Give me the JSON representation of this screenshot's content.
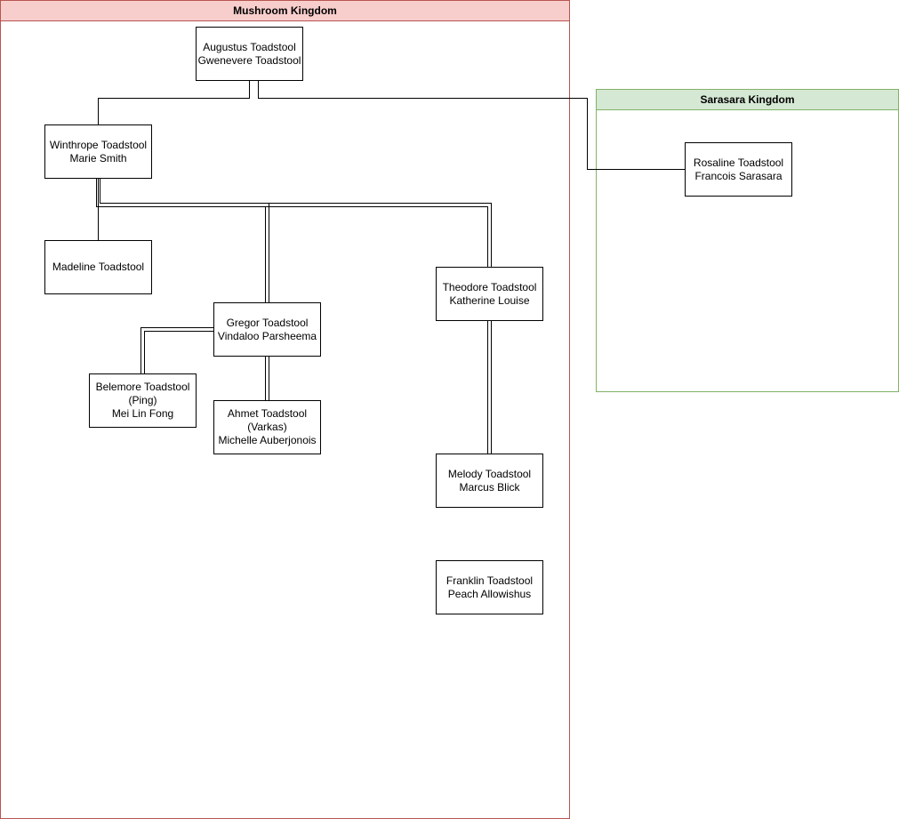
{
  "containers": {
    "mushroom": {
      "title": "Mushroom Kingdom",
      "fill": "#f8cecc",
      "stroke": "#b85450"
    },
    "sarasara": {
      "title": "Sarasara Kingdom",
      "fill": "#d5e8d4",
      "stroke": "#82b366"
    }
  },
  "nodes": {
    "augustus": {
      "lines": [
        "Augustus Toadstool",
        "Gwenevere Toadstool"
      ]
    },
    "winthrope": {
      "lines": [
        "Winthrope Toadstool",
        "Marie Smith"
      ]
    },
    "madeline": {
      "lines": [
        "Madeline Toadstool"
      ]
    },
    "gregor": {
      "lines": [
        "Gregor Toadstool",
        "Vindaloo Parsheema"
      ]
    },
    "belemore": {
      "lines": [
        "Belemore Toadstool",
        "(Ping)",
        "Mei Lin Fong"
      ]
    },
    "ahmet": {
      "lines": [
        "Ahmet Toadstool",
        "(Varkas)",
        "Michelle Auberjonois"
      ]
    },
    "theodore": {
      "lines": [
        "Theodore Toadstool",
        "Katherine Louise"
      ]
    },
    "melody": {
      "lines": [
        "Melody Toadstool",
        "Marcus Blick"
      ]
    },
    "franklin": {
      "lines": [
        "Franklin Toadstool",
        "Peach Allowishus"
      ]
    },
    "rosaline": {
      "lines": [
        "Rosaline Toadstool",
        "Francois Sarasara"
      ]
    }
  }
}
